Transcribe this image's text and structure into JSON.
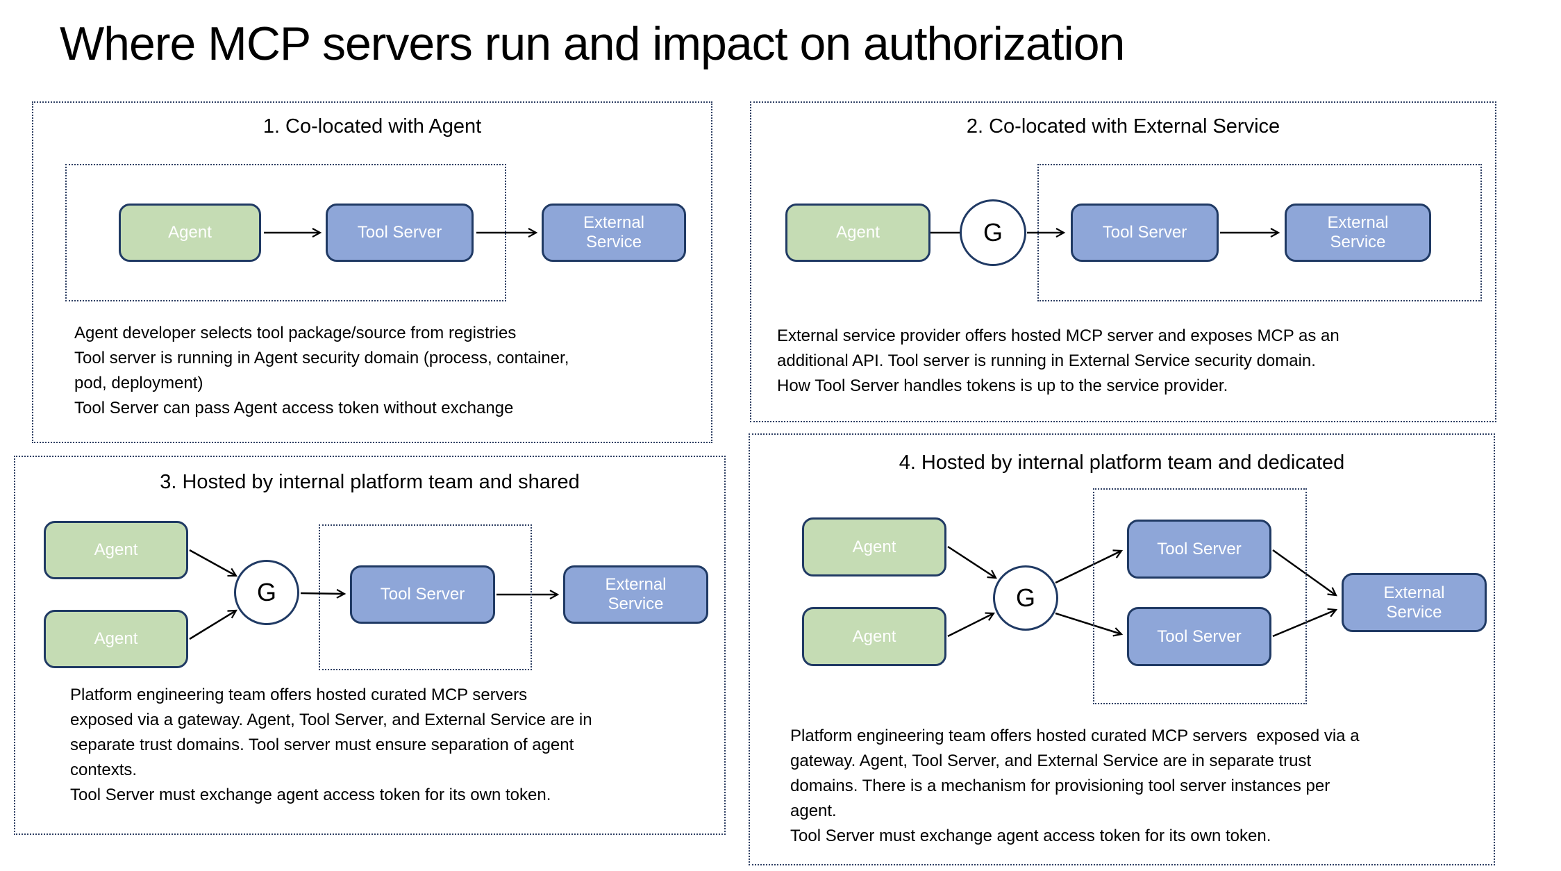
{
  "title": "Where MCP servers run and impact on authorization",
  "colors": {
    "agent_fill": "#c5dcb4",
    "server_fill": "#8ea6d8",
    "box_border": "#203a64",
    "panel_border": "#2e3f63",
    "arrow": "#000000"
  },
  "labels": {
    "agent": "Agent",
    "tool_server": "Tool Server",
    "external_service": "External Service",
    "gateway": "G"
  },
  "panels": [
    {
      "number_title": "1. Co-located with Agent",
      "description_lines": [
        "Agent developer selects tool package/source from registries",
        "Tool server is running in Agent security domain (process, container,",
        "pod, deployment)",
        "Tool Server can pass Agent access token without exchange"
      ]
    },
    {
      "number_title": "2. Co-located with External Service",
      "description_lines": [
        "External service provider offers hosted MCP server and exposes MCP as an",
        "additional API. Tool server is running in External Service security domain.",
        "How Tool Server handles tokens is up to the service provider."
      ]
    },
    {
      "number_title": "3. Hosted by internal platform team and shared",
      "description_lines": [
        "Platform engineering team offers hosted curated MCP servers",
        "exposed via a gateway. Agent, Tool Server, and External Service are in",
        "separate trust domains. Tool server must ensure separation of agent",
        "contexts.",
        "Tool Server must exchange agent access token for its own token."
      ]
    },
    {
      "number_title": "4. Hosted by internal platform team and dedicated",
      "description_lines": [
        "Platform engineering team offers hosted curated MCP servers  exposed via a",
        "gateway. Agent, Tool Server, and External Service are in separate trust",
        "domains. There is a mechanism for provisioning tool server instances per",
        "agent.",
        "Tool Server must exchange agent access token for its own token."
      ]
    }
  ]
}
